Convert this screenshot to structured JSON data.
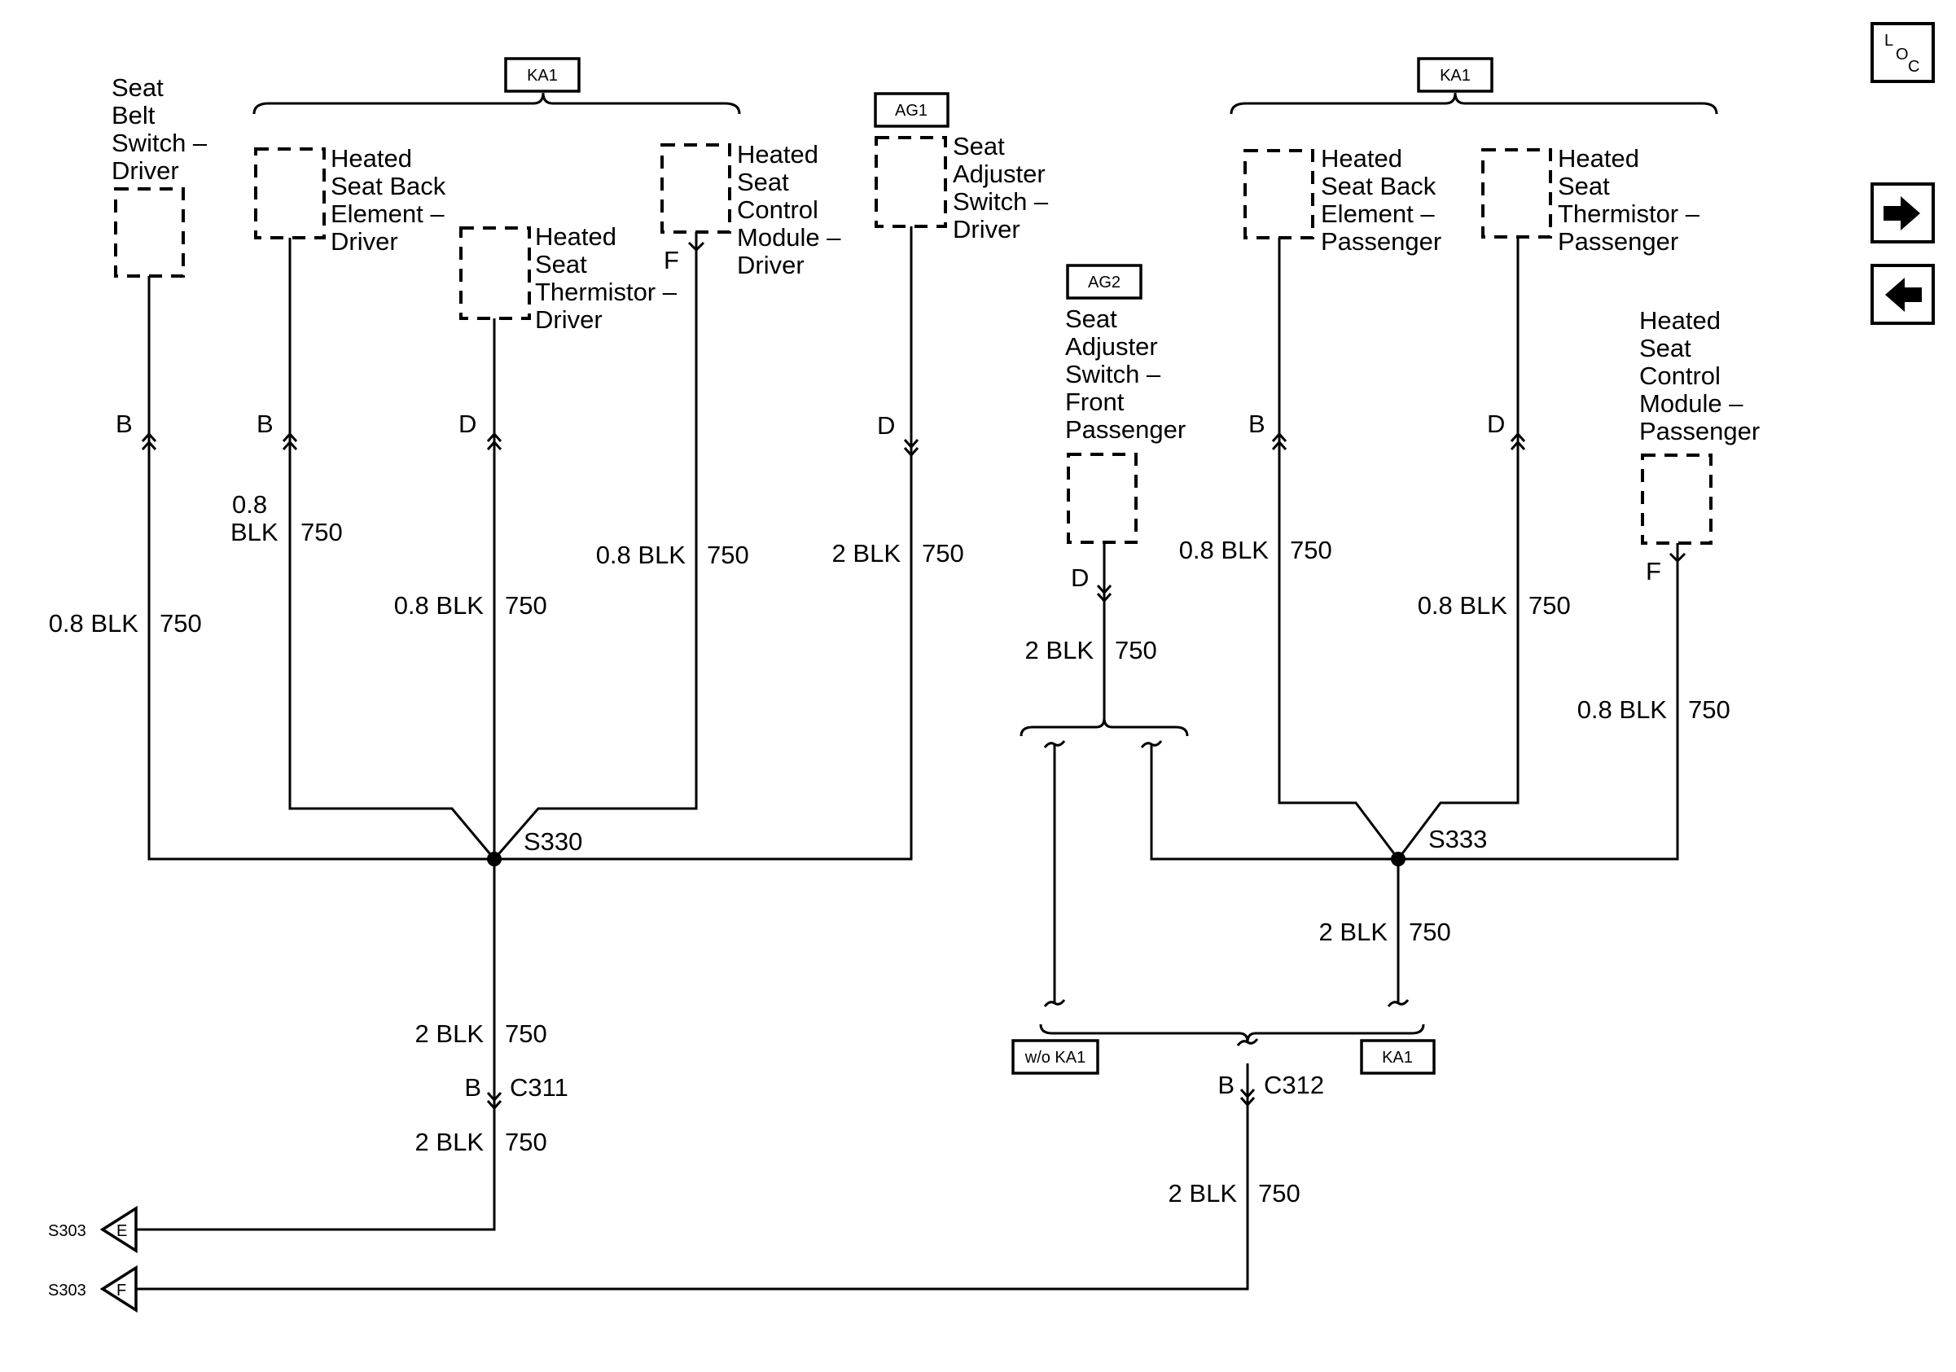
{
  "option_tags": {
    "ka1_left": "KA1",
    "ag1": "AG1",
    "ka1_right": "KA1",
    "ag2": "AG2",
    "wo_ka1": "w/o KA1",
    "ka1_bottom": "KA1"
  },
  "components": {
    "seat_belt_switch_driver": [
      "Seat",
      "Belt",
      "Switch –",
      "Driver"
    ],
    "heated_seat_back_element_driver": [
      "Heated",
      "Seat Back",
      "Element –",
      "Driver"
    ],
    "heated_seat_thermistor_driver": [
      "Heated",
      "Seat",
      "Thermistor –",
      "Driver"
    ],
    "heated_seat_control_module_driver": [
      "Heated",
      "Seat",
      "Control",
      "Module –",
      "Driver"
    ],
    "seat_adjuster_switch_driver": [
      "Seat",
      "Adjuster",
      "Switch –",
      "Driver"
    ],
    "seat_adjuster_switch_front_passenger": [
      "Seat",
      "Adjuster",
      "Switch –",
      "Front",
      "Passenger"
    ],
    "heated_seat_back_element_passenger": [
      "Heated",
      "Seat Back",
      "Element –",
      "Passenger"
    ],
    "heated_seat_thermistor_passenger": [
      "Heated",
      "Seat",
      "Thermistor –",
      "Passenger"
    ],
    "heated_seat_control_module_passenger": [
      "Heated",
      "Seat",
      "Control",
      "Module –",
      "Passenger"
    ]
  },
  "pins": {
    "belt": "B",
    "back_driver": "B",
    "therm_driver": "D",
    "module_driver": "F",
    "adjuster_driver": "D",
    "adjuster_passenger": "D",
    "back_passenger": "B",
    "therm_passenger": "D",
    "module_passenger": "F"
  },
  "wires": {
    "belt": {
      "gauge_color": "0.8 BLK",
      "circuit": "750"
    },
    "back_driver": {
      "gauge": "0.8",
      "color": "BLK",
      "circuit": "750"
    },
    "therm_driver": {
      "gauge_color": "0.8 BLK",
      "circuit": "750"
    },
    "module_driver": {
      "gauge_color": "0.8 BLK",
      "circuit": "750"
    },
    "adjuster_driver": {
      "gauge_color": "2 BLK",
      "circuit": "750"
    },
    "adjuster_passenger": {
      "gauge_color": "2 BLK",
      "circuit": "750"
    },
    "back_passenger": {
      "gauge_color": "0.8 BLK",
      "circuit": "750"
    },
    "therm_passenger": {
      "gauge_color": "0.8 BLK",
      "circuit": "750"
    },
    "module_passenger": {
      "gauge_color": "0.8 BLK",
      "circuit": "750"
    },
    "s330_down": {
      "gauge_color": "2 BLK",
      "circuit": "750"
    },
    "c311_out": {
      "gauge_color": "2 BLK",
      "circuit": "750"
    },
    "s333_down": {
      "gauge_color": "2 BLK",
      "circuit": "750"
    },
    "c312_out": {
      "gauge_color": "2 BLK",
      "circuit": "750"
    }
  },
  "splices": {
    "s330": "S330",
    "s333": "S333"
  },
  "connectors": {
    "c311": {
      "pin": "B",
      "name": "C311"
    },
    "c312": {
      "pin": "B",
      "name": "C312"
    }
  },
  "grounds": [
    {
      "splice": "S303",
      "pin": "E"
    },
    {
      "splice": "S303",
      "pin": "F"
    }
  ],
  "nav": {
    "loc_button": {
      "letters": [
        "L",
        "O",
        "C"
      ],
      "icon": "loc-icon"
    },
    "next_button": {
      "icon": "arrow-right-icon"
    },
    "prev_button": {
      "icon": "arrow-left-icon"
    }
  }
}
